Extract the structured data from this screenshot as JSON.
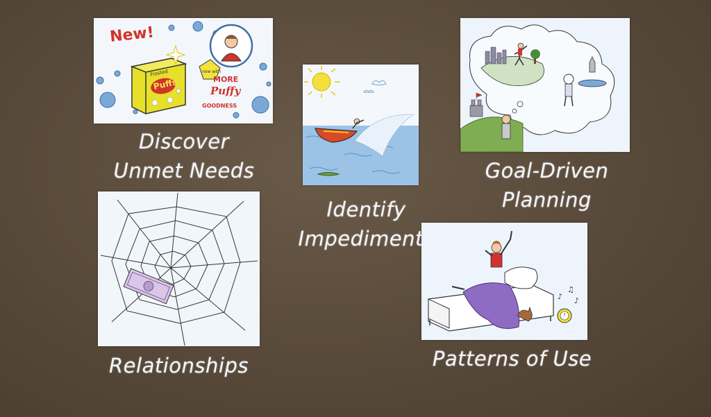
{
  "slide": {
    "background_color": "#5b4c3c",
    "panels": [
      {
        "id": "discover",
        "caption_lines": [
          "Discover",
          "Unmet Needs"
        ],
        "illustration": "cereal-box-advert",
        "illustration_text": {
          "new": "New!",
          "brand": "Puffs",
          "more": "MORE",
          "puffy": "Puffy",
          "goodness": "GOODNESS",
          "now_with": "now with",
          "frosted": "Frosted"
        }
      },
      {
        "id": "impediments",
        "caption_lines": [
          "Identify",
          "Impediments"
        ],
        "illustration": "speedboat-with-alligator"
      },
      {
        "id": "goal-driven",
        "caption_lines": [
          "Goal-Driven",
          "Planning"
        ],
        "illustration": "thought-bubble-travel"
      },
      {
        "id": "relationships",
        "caption_lines": [
          "Relationships"
        ],
        "illustration": "spider-web-with-money"
      },
      {
        "id": "patterns",
        "caption_lines": [
          "Patterns of Use"
        ],
        "illustration": "person-waking-alarm-clock"
      }
    ]
  }
}
